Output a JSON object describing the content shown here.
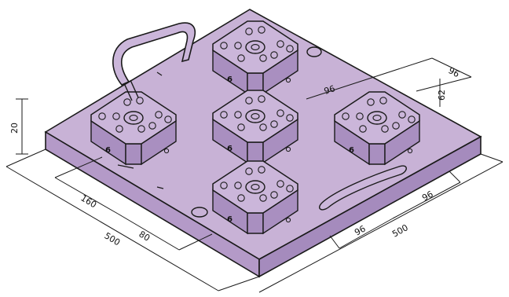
{
  "colors": {
    "plate_top": "#c8b2d6",
    "plate_front": "#b49ac8",
    "plate_side": "#a58bbd",
    "module_top": "#cbb6da",
    "module_side": "#a98fc0",
    "outline": "#1a1a1a"
  },
  "dimensions": {
    "left_outer": "500",
    "left_inner": "160",
    "left_offset": "80",
    "right_outer": "500",
    "right_inner_a": "96",
    "right_inner_b": "96",
    "top_right_a": "96",
    "top_right_b": "96",
    "height_module": "62",
    "plate_thickness": "20"
  },
  "module_marks": {
    "tag": "6",
    "hole_labels": "cc"
  }
}
